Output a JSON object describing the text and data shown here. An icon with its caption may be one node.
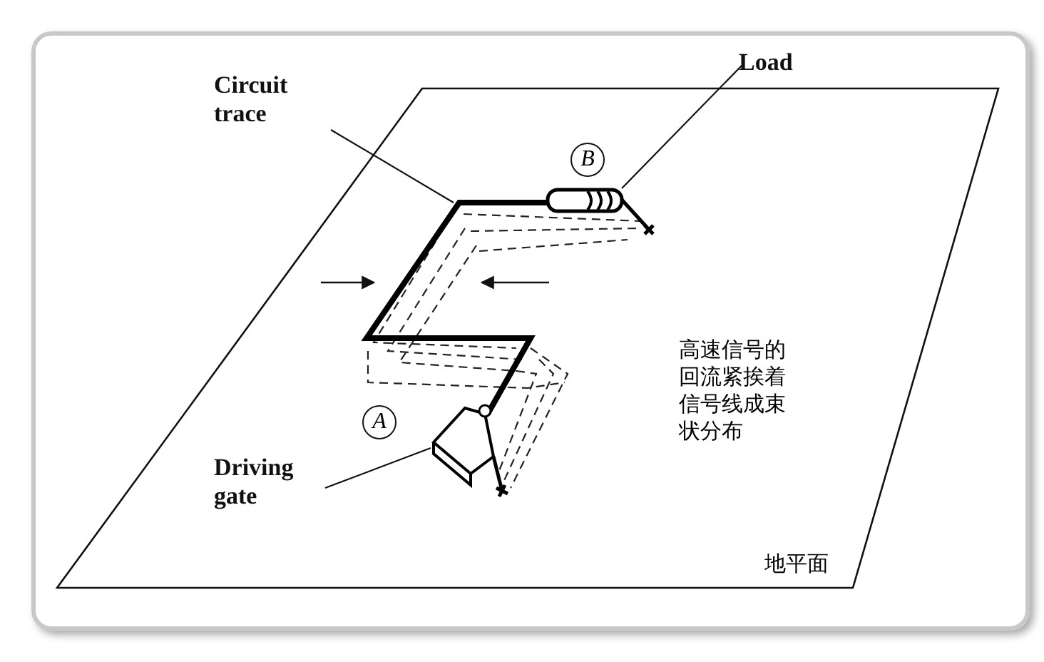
{
  "diagram": {
    "nodes": [
      {
        "text": [
          "Circuit trace"
        ]
      },
      {
        "text": [],
        "shape": "line"
      },
      {
        "text": [
          "Load"
        ]
      },
      {
        "text": [],
        "shape": "picture"
      },
      {
        "text": [
          "Driving gate"
        ]
      },
      {
        "text": [],
        "shape": "picture"
      }
    ],
    "edges": [
      {
        "from": 0,
        "to": 1,
        "arrow": "none"
      },
      {
        "from": 2,
        "to": 3,
        "arrow": "none"
      },
      {
        "from": 4,
        "to": 5,
        "arrow": "none"
      }
    ],
    "labels": [
      "B",
      "A",
      "高速信号的回流紧挨着信号线成束状分布",
      "地平面"
    ]
  }
}
